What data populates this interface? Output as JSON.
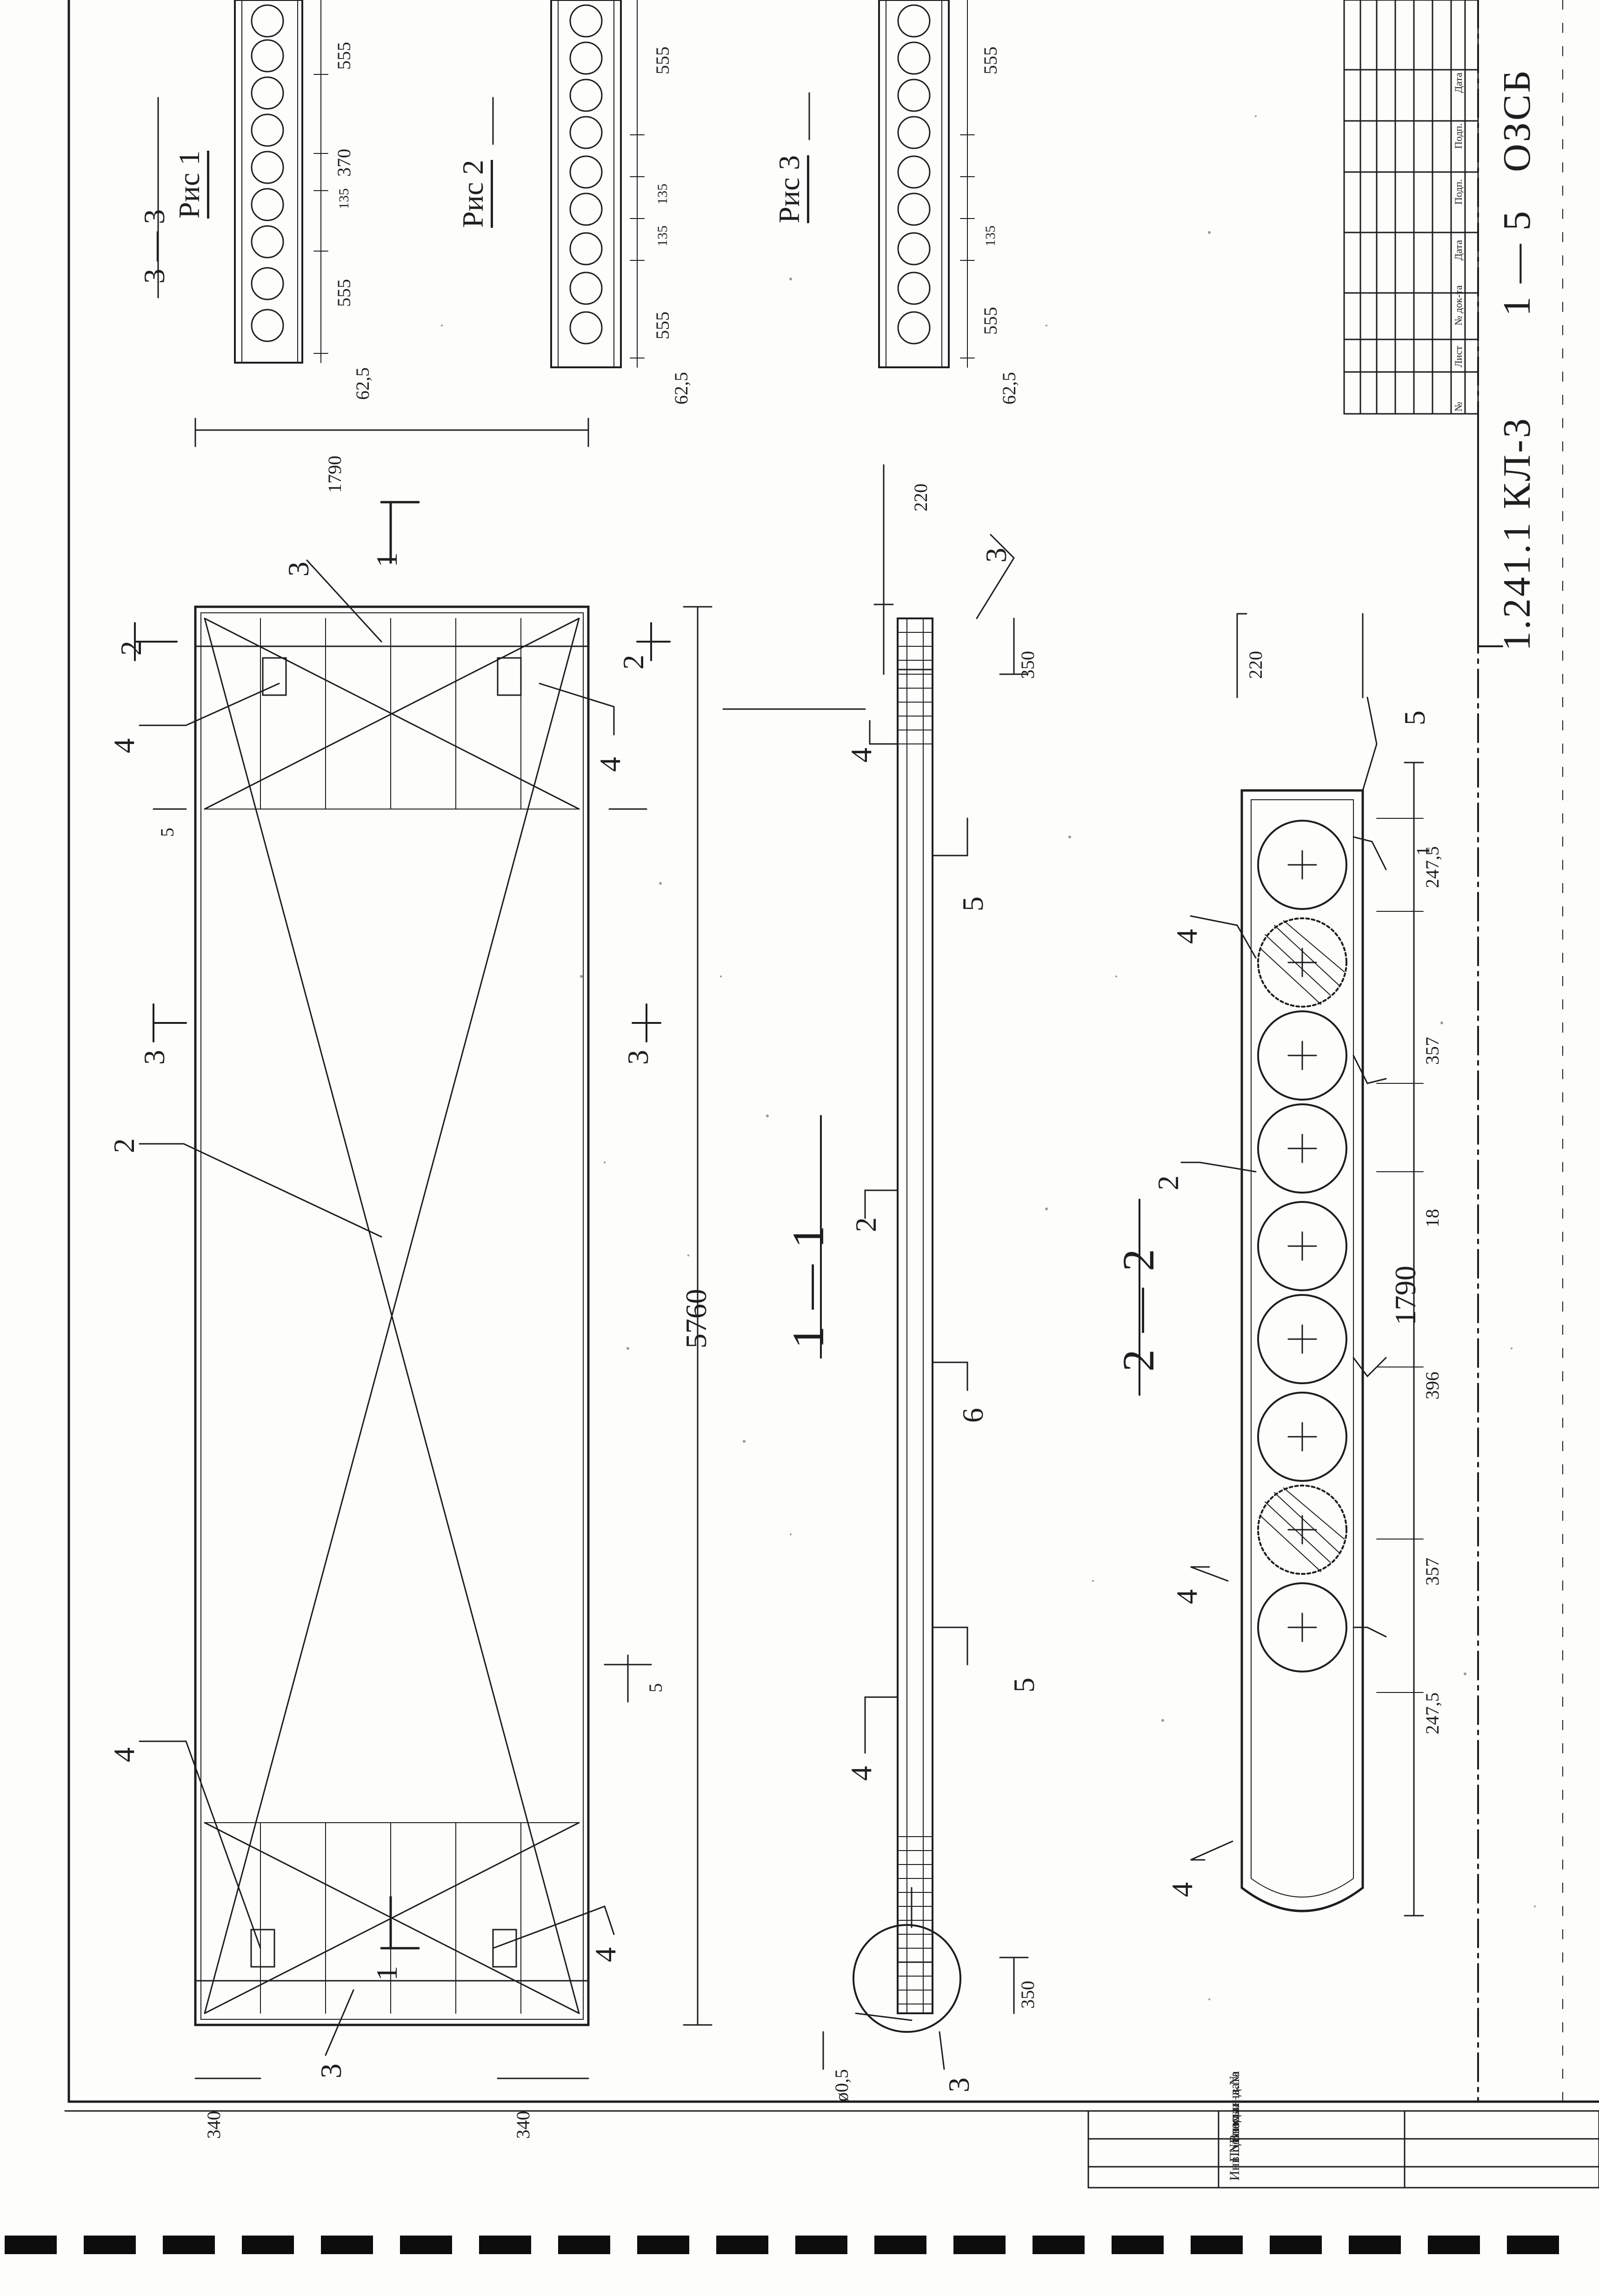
{
  "drawing": {
    "code": "1.241.1 КЛ-3",
    "sheet": "1 — 5",
    "doc_type": "ОЗСБ",
    "sections": {
      "s33": "3 — 3",
      "s11": "1 — 1",
      "s22": "2 — 2",
      "s33_ref": "Рис 1"
    },
    "figures": [
      "Рис 2",
      "Рис 3"
    ],
    "dimensions": {
      "overall_length": "5760",
      "plan_width": "1790",
      "section_width": "1790",
      "height_a": "220",
      "height_b": "220",
      "end_zone_a": "350",
      "end_zone_b": "350",
      "edge_left": "340",
      "edge_right": "340",
      "seg_247_a": "247,5",
      "seg_247_b": "247,5",
      "seg_357_a": "357",
      "seg_357_b": "357",
      "seg_396": "396",
      "seg_18": "18",
      "rib_625": "62,5",
      "rib_555": "555",
      "rib_135": "135",
      "rib_370": "370",
      "rib_625b": "62,5",
      "rib_555b": "555",
      "rib_135b": "135",
      "rib_135c": "135",
      "rib_625c": "62,5",
      "rib_555c": "555",
      "rib_135d": "135"
    },
    "callouts": [
      "1",
      "2",
      "3",
      "4",
      "5",
      "6"
    ],
    "detail_ref": "ø0,5",
    "section_marks": {
      "one": "1",
      "two": "2",
      "three": "3",
      "five": "5"
    }
  },
  "title_block": {
    "columns": [
      "№",
      "Лист",
      "№ док-та",
      "Дата",
      "Подп.",
      "Подп.",
      "Дата"
    ],
    "side": [
      "Инв.№ подл.",
      "Подпись и дата",
      "Взам.инв.№"
    ]
  }
}
